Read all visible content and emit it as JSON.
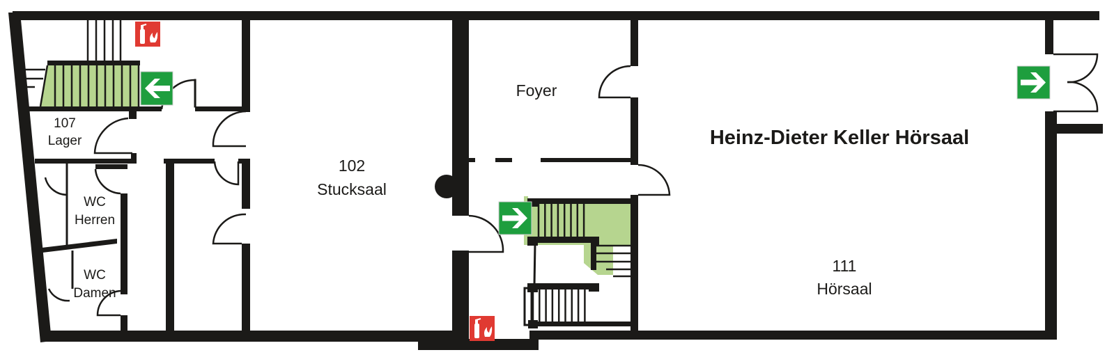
{
  "plan": {
    "title": "Heinz-Dieter Keller Hörsaal",
    "rooms": [
      {
        "number": "107",
        "name": "Lager"
      },
      {
        "number": "WC",
        "name": "Herren"
      },
      {
        "number": "WC",
        "name": "Damen"
      },
      {
        "number": "102",
        "name": "Stucksaal"
      },
      {
        "name": "Foyer"
      },
      {
        "number": "111",
        "name": "Hörsaal"
      }
    ],
    "symbols": [
      "fire-extinguisher-icon",
      "emergency-exit-arrow-icon"
    ],
    "colors": {
      "wall": "#1b1a18",
      "stair": "#b6d58f",
      "exit": "#1e9e3e",
      "fire": "#e03a32"
    }
  }
}
